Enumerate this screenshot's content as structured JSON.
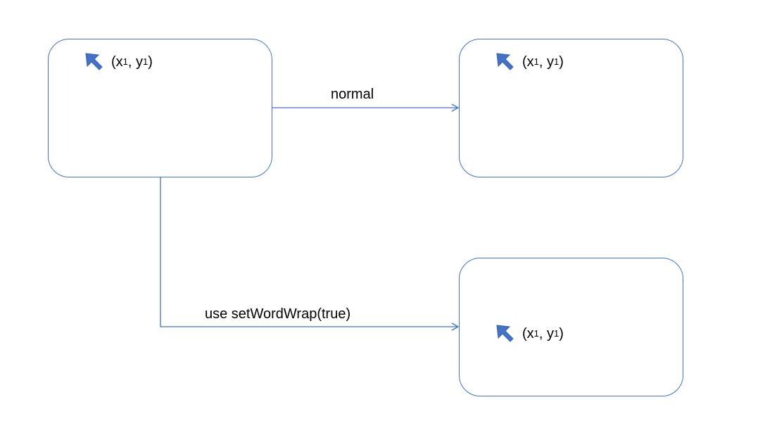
{
  "colors": {
    "stroke": "#4472C4",
    "cursor_fill": "#4472C4"
  },
  "icons": {
    "cursor": "cursor-arrow-icon"
  },
  "boxes": [
    {
      "id": "source",
      "coord": {
        "x": "(x",
        "x_sub": "1",
        "sep": ", y",
        "y_sub": "1",
        "close": ")"
      }
    },
    {
      "id": "normal",
      "coord": {
        "x": "(x",
        "x_sub": "1",
        "sep": ", y",
        "y_sub": "1",
        "close": ")"
      }
    },
    {
      "id": "wrap",
      "coord": {
        "x": "(x",
        "x_sub": "1",
        "sep": ", y",
        "y_sub": "1",
        "close": ")"
      }
    }
  ],
  "edges": [
    {
      "from": "source",
      "to": "normal",
      "label": "normal"
    },
    {
      "from": "source",
      "to": "wrap",
      "label": "use setWordWrap(true)"
    }
  ]
}
